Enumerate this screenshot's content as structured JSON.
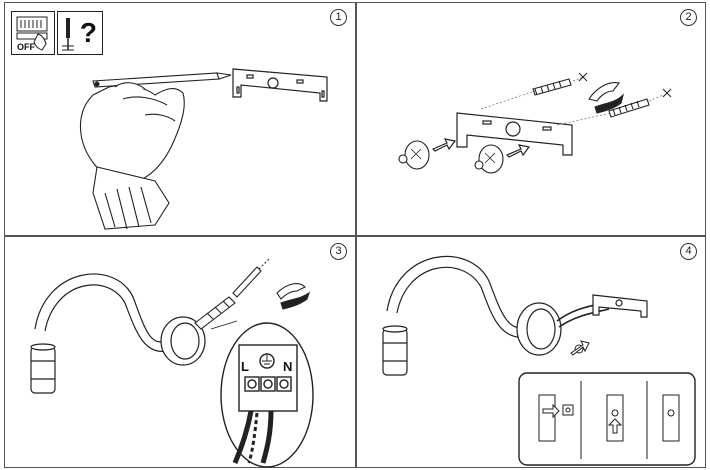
{
  "steps": [
    {
      "number": "1"
    },
    {
      "number": "2"
    },
    {
      "number": "3"
    },
    {
      "number": "4"
    }
  ],
  "safety": {
    "switch_label": "OFF",
    "question_mark": "?"
  },
  "wiring": {
    "live": "L",
    "neutral": "N"
  },
  "icons": [
    "breaker-switch-icon",
    "screwdriver-icon",
    "pencil-icon",
    "hand-icon",
    "wall-plug-icon",
    "screw-icon",
    "pliers-icon",
    "earth-symbol-icon"
  ]
}
